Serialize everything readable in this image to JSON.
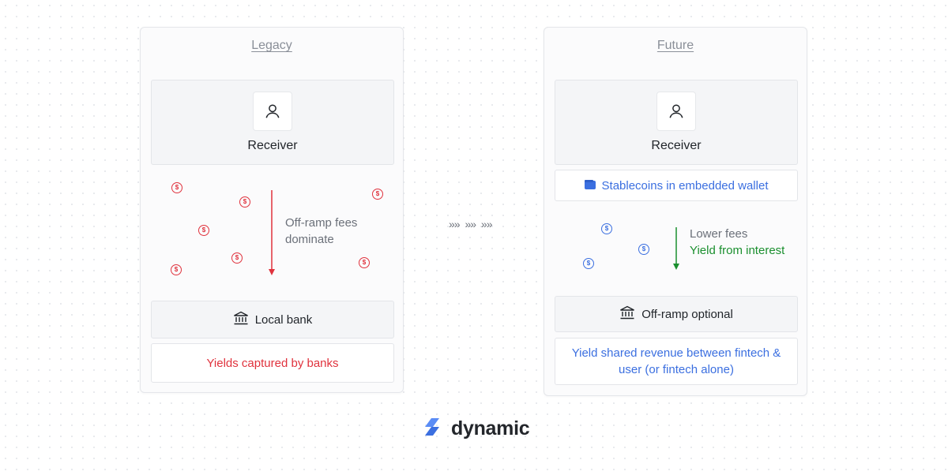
{
  "legacy": {
    "title": "Legacy",
    "receiver_label": "Receiver",
    "flow_note_line1": "Off-ramp fees",
    "flow_note_line2": "dominate",
    "bank_label": "Local bank",
    "yield_label": "Yields captured by banks",
    "coin_glyph": "$"
  },
  "future": {
    "title": "Future",
    "receiver_label": "Receiver",
    "wallet_label": "Stablecoins in embedded wallet",
    "fees_note": "Lower fees",
    "yield_note": "Yield from interest",
    "offramp_label": "Off-ramp optional",
    "yield_shared_line1": "Yield shared revenue between fintech &",
    "yield_shared_line2": "user (or fintech alone)",
    "coin_glyph": "$"
  },
  "transition": {
    "arrows": "»» »» »»"
  },
  "brand": {
    "name": "dynamic"
  },
  "colors": {
    "red": "#e0323d",
    "blue": "#3b6fe0",
    "green": "#1a8f2e",
    "muted": "#6b7079"
  },
  "icons": {
    "receiver": "user-icon",
    "bank": "bank-icon",
    "wallet": "wallet-icon",
    "coin": "dollar-coin-icon",
    "brand": "dynamic-logo-icon"
  }
}
